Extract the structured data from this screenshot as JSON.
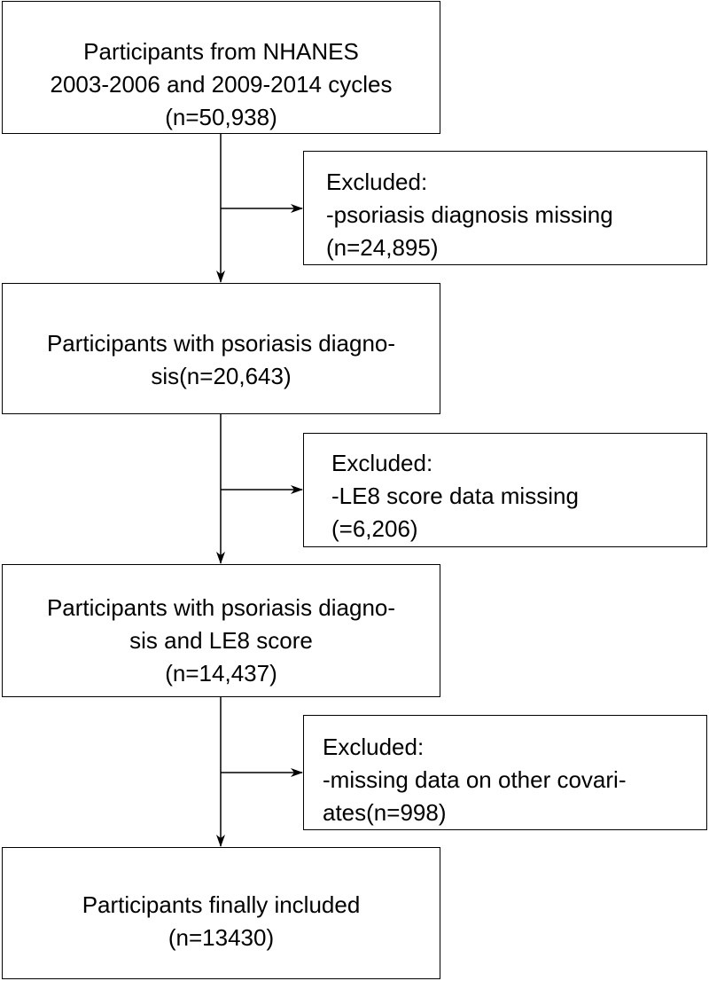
{
  "flowchart": {
    "start": {
      "lines": [
        "Participants from NHANES",
        "2003-2006 and 2009-2014 cycles",
        "(n=50,938)"
      ]
    },
    "exclusion_1": {
      "lines": [
        "Excluded:",
        "-psoriasis diagnosis missing",
        "(n=24,895)"
      ]
    },
    "psoriasis_diagnosis": {
      "lines": [
        "Participants with psoriasis diagno-",
        "sis(n=20,643)"
      ]
    },
    "exclusion_2": {
      "lines": [
        "Excluded:",
        "-LE8 score data missing",
        "(=6,206)"
      ]
    },
    "psoriasis_le8": {
      "lines": [
        "Participants with psoriasis diagno-",
        "sis and LE8 score",
        "(n=14,437)"
      ]
    },
    "exclusion_3": {
      "lines": [
        "Excluded:",
        "-missing data on other covari-",
        "ates(n=998)"
      ]
    },
    "final": {
      "lines": [
        "Participants finally included",
        "(n=13430)"
      ]
    }
  }
}
